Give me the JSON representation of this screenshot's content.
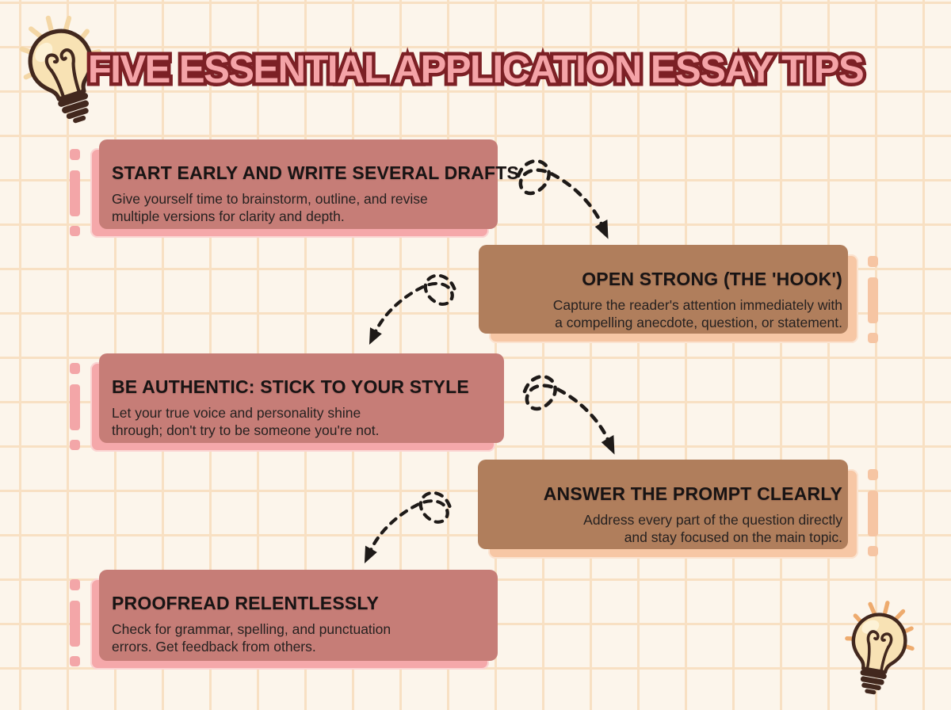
{
  "title": "FIVE ESSENTIAL APPLICATION ESSAY TIPS",
  "colors": {
    "background": "#fcf5eb",
    "grid_line": "#f8e0c3",
    "pink_card": "#f5a8aa",
    "pink_shadow": "#c67d77",
    "peach_card": "#f7c7a5",
    "peach_shadow": "#b07e5c",
    "title_fill": "#f4a3a7",
    "title_outline": "#7c2025",
    "heading_text": "#181414",
    "body_text": "#262120",
    "arrow": "#1e1a18"
  },
  "icons": {
    "top_left": "lightbulb-icon",
    "bottom_right": "lightbulb-icon"
  },
  "tips": [
    {
      "heading": "START EARLY AND WRITE SEVERAL DRAFTS",
      "line1": "Give yourself time to brainstorm, outline, and revise",
      "line2": "multiple versions for clarity and depth."
    },
    {
      "heading": "OPEN STRONG (THE 'HOOK')",
      "line1": "Capture the reader's attention immediately with",
      "line2": "a compelling anecdote, question, or statement."
    },
    {
      "heading": "BE AUTHENTIC: STICK TO YOUR STYLE",
      "line1": "Let your true voice and personality shine",
      "line2": "through; don't try to be someone you're not."
    },
    {
      "heading": "ANSWER THE PROMPT CLEARLY",
      "line1": "Address every part of the question directly",
      "line2": "and stay focused on the main topic."
    },
    {
      "heading": "PROOFREAD RELENTLESSLY",
      "line1": "Check for grammar, spelling, and punctuation",
      "line2": "errors. Get feedback from others."
    }
  ]
}
